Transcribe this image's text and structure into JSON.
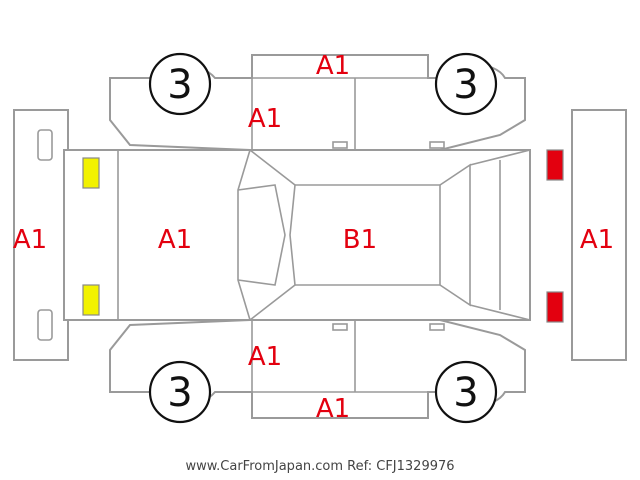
{
  "marks": {
    "front_bumper": "A1",
    "hood": "A1",
    "roof": "B1",
    "rear_bumper": "A1",
    "left_side_top": "A1",
    "left_side_front_fender": "A1",
    "right_side_bottom": "A1",
    "right_side_front_fender": "A1"
  },
  "wheels": {
    "top_left": "3",
    "top_right": "3",
    "bottom_left": "3",
    "bottom_right": "3"
  },
  "indicators": {
    "headlight_color": "#f2f200",
    "taillight_color": "#e3000f"
  },
  "footer": "www.CarFromJapan.com Ref: CFJ1329976"
}
